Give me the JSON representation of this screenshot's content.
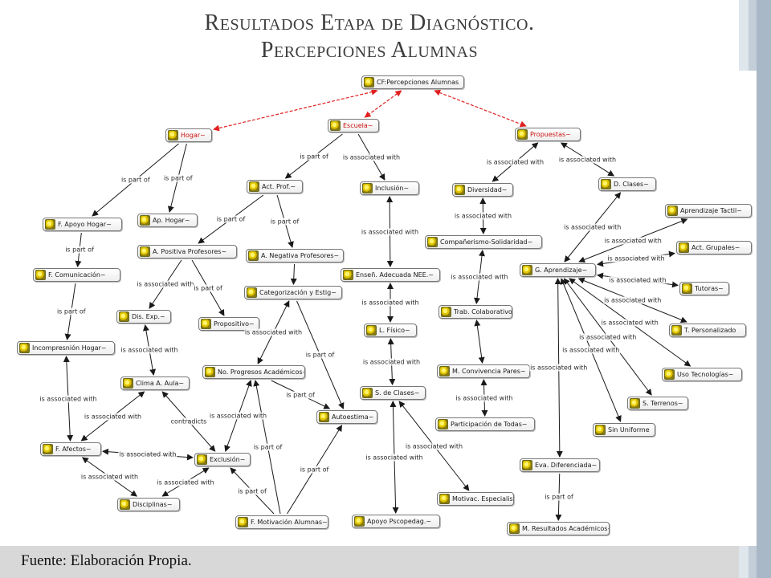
{
  "slide": {
    "title_line1": "Resultados Etapa de Diagnóstico.",
    "title_line2": "Percepciones Alumnas",
    "footer": "Fuente: Elaboración Propia."
  },
  "colors": {
    "band_light": "#dfe6ec",
    "band_mid": "#c3ced9",
    "band_dark": "#a9b8c6",
    "red_link": "#e02020"
  },
  "nodes": [
    {
      "id": "cf",
      "label": "CF:Percepciones Alumnas",
      "red": false
    },
    {
      "id": "hogar",
      "label": "Hogar~",
      "red": true
    },
    {
      "id": "escuela",
      "label": "Escuela~",
      "red": true
    },
    {
      "id": "propuestas",
      "label": "Propuestas~",
      "red": true
    },
    {
      "id": "fapoyo",
      "label": "F. Apoyo Hogar~",
      "red": false
    },
    {
      "id": "aphogar",
      "label": "Ap. Hogar~",
      "red": false
    },
    {
      "id": "actprof",
      "label": "Act. Prof.~",
      "red": false
    },
    {
      "id": "inclusion",
      "label": "Inclusión~",
      "red": false
    },
    {
      "id": "diversidad",
      "label": "Diversidad~",
      "red": false
    },
    {
      "id": "dclases",
      "label": "D. Clases~",
      "red": false
    },
    {
      "id": "fcom",
      "label": "F. Comunicación~",
      "red": false
    },
    {
      "id": "apos",
      "label": "A. Positiva Profesores~",
      "red": false
    },
    {
      "id": "aneg",
      "label": "A. Negativa Profesores~",
      "red": false
    },
    {
      "id": "ensen",
      "label": "Enseñ. Adecuada NEE.~",
      "red": false
    },
    {
      "id": "compa",
      "label": "Compañerismo-Solidaridad~",
      "red": false
    },
    {
      "id": "aprtactil",
      "label": "Aprendizaje Tactil~",
      "red": false
    },
    {
      "id": "actgrup",
      "label": "Act. Grupales~",
      "red": false
    },
    {
      "id": "garpr",
      "label": "G. Aprendizaje~",
      "red": false
    },
    {
      "id": "catego",
      "label": "Categorización y Estig~",
      "red": false
    },
    {
      "id": "disexp",
      "label": "Dis. Exp.~",
      "red": false
    },
    {
      "id": "propos",
      "label": "Propositivo~",
      "red": false
    },
    {
      "id": "trab",
      "label": "Trab. Colaborativo.",
      "red": false
    },
    {
      "id": "tutoras",
      "label": "Tutoras~",
      "red": false
    },
    {
      "id": "lfisico",
      "label": "L. Físico~",
      "red": false
    },
    {
      "id": "tpers",
      "label": "T. Personalizado",
      "red": false
    },
    {
      "id": "incomp",
      "label": "Incompresnión Hogar~",
      "red": false
    },
    {
      "id": "noprog",
      "label": "No. Progresos Académicos~",
      "red": false
    },
    {
      "id": "mconv",
      "label": "M. Convivencia Pares~",
      "red": false
    },
    {
      "id": "usotec",
      "label": "Uso Tecnologías~",
      "red": false
    },
    {
      "id": "climaaula",
      "label": "Clima A. Aula~",
      "red": false
    },
    {
      "id": "sdeclases",
      "label": "S. de Clases~",
      "red": false
    },
    {
      "id": "autoest",
      "label": "Autoestima~",
      "red": false
    },
    {
      "id": "strr",
      "label": "S. Terrenos~",
      "red": false
    },
    {
      "id": "partic",
      "label": "Participación de Todas~",
      "red": false
    },
    {
      "id": "sinunif",
      "label": "Sin Uniforme",
      "red": false
    },
    {
      "id": "fafect",
      "label": "F. Afectos~",
      "red": false
    },
    {
      "id": "exclus",
      "label": "Exclusión~",
      "red": false
    },
    {
      "id": "evadif",
      "label": "Eva. Diferenciada~",
      "red": false
    },
    {
      "id": "motivesp",
      "label": "Motivac. Especialist~",
      "red": false
    },
    {
      "id": "discip",
      "label": "Disciplinas~",
      "red": false
    },
    {
      "id": "apoyopsi",
      "label": "Apoyo Pscopedag.~",
      "red": false
    },
    {
      "id": "fmotiv",
      "label": "F. Motivación Alumnas~",
      "red": false
    },
    {
      "id": "mresult",
      "label": "M. Resultados Académicos~",
      "red": false
    }
  ],
  "links": [
    {
      "from": "cf",
      "to": "hogar",
      "label": "",
      "red": true,
      "double": true
    },
    {
      "from": "cf",
      "to": "escuela",
      "label": "",
      "red": true,
      "double": true
    },
    {
      "from": "cf",
      "to": "propuestas",
      "label": "",
      "red": true,
      "double": true
    },
    {
      "from": "hogar",
      "to": "fapoyo",
      "label": "is part of",
      "red": false,
      "double": false
    },
    {
      "from": "hogar",
      "to": "aphogar",
      "label": "is part of",
      "red": false,
      "double": false
    },
    {
      "from": "escuela",
      "to": "actprof",
      "label": "is part of",
      "red": false,
      "double": false
    },
    {
      "from": "escuela",
      "to": "inclusion",
      "label": "is associated with",
      "red": false,
      "double": false
    },
    {
      "from": "propuestas",
      "to": "diversidad",
      "label": "is associated with",
      "red": false,
      "double": true
    },
    {
      "from": "propuestas",
      "to": "dclases",
      "label": "is associated with",
      "red": false,
      "double": true
    },
    {
      "from": "fapoyo",
      "to": "fcom",
      "label": "is part of",
      "red": false,
      "double": false
    },
    {
      "from": "actprof",
      "to": "apos",
      "label": "is part of",
      "red": false,
      "double": false
    },
    {
      "from": "actprof",
      "to": "aneg",
      "label": "is part of",
      "red": false,
      "double": false
    },
    {
      "from": "inclusion",
      "to": "ensen",
      "label": "is associated with",
      "red": false,
      "double": true
    },
    {
      "from": "diversidad",
      "to": "compa",
      "label": "is associated with",
      "red": false,
      "double": true
    },
    {
      "from": "dclases",
      "to": "garpr",
      "label": "is associated with",
      "red": false,
      "double": true
    },
    {
      "from": "garpr",
      "to": "aprtactil",
      "label": "is associated with",
      "red": false,
      "double": true
    },
    {
      "from": "garpr",
      "to": "actgrup",
      "label": "is associated with",
      "red": false,
      "double": true
    },
    {
      "from": "apos",
      "to": "disexp",
      "label": "is associated with",
      "red": false,
      "double": false
    },
    {
      "from": "apos",
      "to": "propos",
      "label": "is part of",
      "red": false,
      "double": false
    },
    {
      "from": "aneg",
      "to": "catego",
      "label": "",
      "red": false,
      "double": false
    },
    {
      "from": "compa",
      "to": "trab",
      "label": "is associated with",
      "red": false,
      "double": true
    },
    {
      "from": "ensen",
      "to": "lfisico",
      "label": "is associated with",
      "red": false,
      "double": true
    },
    {
      "from": "garpr",
      "to": "tutoras",
      "label": "is associated with",
      "red": false,
      "double": true
    },
    {
      "from": "garpr",
      "to": "tpers",
      "label": "is associated with",
      "red": false,
      "double": true
    },
    {
      "from": "fcom",
      "to": "incomp",
      "label": "is part of",
      "red": false,
      "double": false
    },
    {
      "from": "catego",
      "to": "noprog",
      "label": "is associated with",
      "red": false,
      "double": true
    },
    {
      "from": "catego",
      "to": "autoest",
      "label": "is part of",
      "red": false,
      "double": false
    },
    {
      "from": "trab",
      "to": "mconv",
      "label": "",
      "red": false,
      "double": true
    },
    {
      "from": "garpr",
      "to": "usotec",
      "label": "is associated with",
      "red": false,
      "double": true
    },
    {
      "from": "disexp",
      "to": "climaaula",
      "label": "is associated with",
      "red": false,
      "double": true
    },
    {
      "from": "lfisico",
      "to": "sdeclases",
      "label": "is associated with",
      "red": false,
      "double": true
    },
    {
      "from": "noprog",
      "to": "autoest",
      "label": "is part of",
      "red": false,
      "double": false
    },
    {
      "from": "garpr",
      "to": "strr",
      "label": "is associated with",
      "red": false,
      "double": true
    },
    {
      "from": "mconv",
      "to": "partic",
      "label": "is associated with",
      "red": false,
      "double": true
    },
    {
      "from": "garpr",
      "to": "sinunif",
      "label": "is associated with",
      "red": false,
      "double": true
    },
    {
      "from": "incomp",
      "to": "fafect",
      "label": "is associated with",
      "red": false,
      "double": true
    },
    {
      "from": "climaaula",
      "to": "fafect",
      "label": "is associated with",
      "red": false,
      "double": true
    },
    {
      "from": "climaaula",
      "to": "exclus",
      "label": "contradicts",
      "red": false,
      "double": true
    },
    {
      "from": "noprog",
      "to": "exclus",
      "label": "is associated with",
      "red": false,
      "double": true
    },
    {
      "from": "fafect",
      "to": "exclus",
      "label": "is associated with",
      "red": false,
      "double": true
    },
    {
      "from": "garpr",
      "to": "evadif",
      "label": "is associated with",
      "red": false,
      "double": true
    },
    {
      "from": "sdeclases",
      "to": "motivesp",
      "label": "is associated with",
      "red": false,
      "double": true
    },
    {
      "from": "fafect",
      "to": "discip",
      "label": "is associated with",
      "red": false,
      "double": true
    },
    {
      "from": "exclus",
      "to": "discip",
      "label": "is associated with",
      "red": false,
      "double": true
    },
    {
      "from": "sdeclases",
      "to": "apoyopsi",
      "label": "is associated with",
      "red": false,
      "double": true
    },
    {
      "from": "fmotiv",
      "to": "noprog",
      "label": "is part of",
      "red": false,
      "double": false
    },
    {
      "from": "fmotiv",
      "to": "exclus",
      "label": "is part of",
      "red": false,
      "double": false
    },
    {
      "from": "fmotiv",
      "to": "autoest",
      "label": "is part of",
      "red": false,
      "double": false
    },
    {
      "from": "evadif",
      "to": "mresult",
      "label": "is part of",
      "red": false,
      "double": false
    }
  ]
}
